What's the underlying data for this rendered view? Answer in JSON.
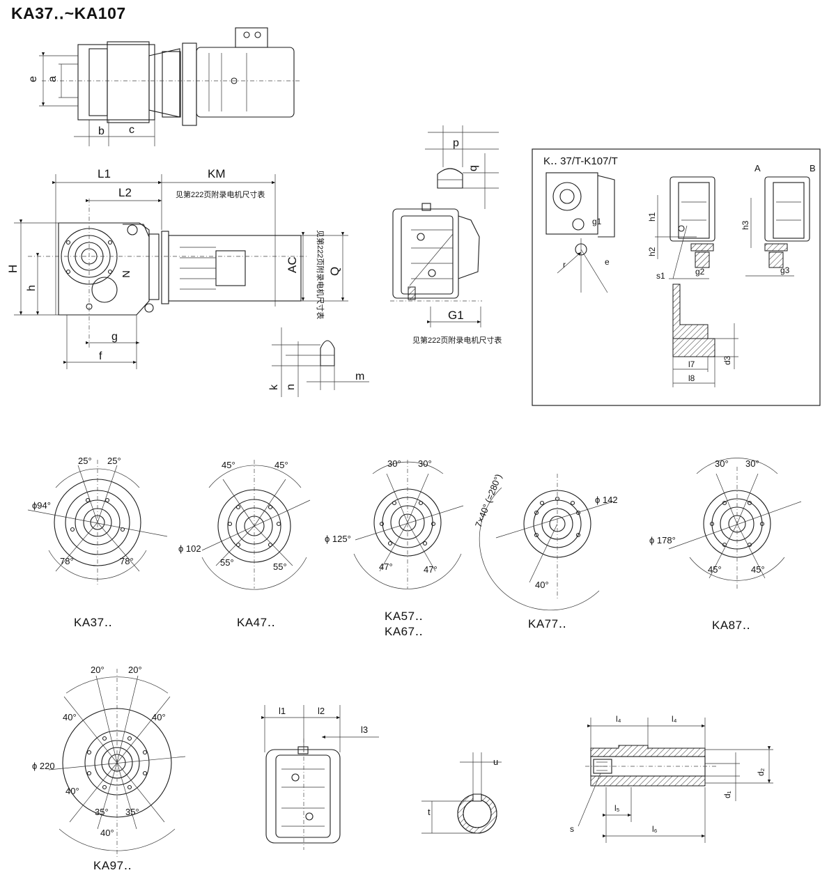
{
  "title": "KA37‥~KA107",
  "main_drawing": {
    "dims": [
      "e",
      "a",
      "b",
      "c",
      "L1",
      "L2",
      "KM",
      "H",
      "h",
      "g",
      "f",
      "N",
      "AC",
      "Q"
    ],
    "km_note": "见第222页附录电机尺寸表",
    "ac_note": "见第222页附录电机尺寸表"
  },
  "side_view": {
    "dims": [
      "p",
      "q",
      "G1"
    ],
    "note": "见第222页附录电机尺寸表"
  },
  "key_detail": {
    "dims": [
      "k",
      "n",
      "m"
    ]
  },
  "torque_arm_box": {
    "title": "K‥ 37/T-K107/T",
    "dims": [
      "g1",
      "r",
      "e",
      "h1",
      "h2",
      "s1",
      "g2",
      "A",
      "B",
      "h3",
      "g3",
      "l7",
      "l8",
      "d3"
    ]
  },
  "flange_views": [
    {
      "caption": "KA37‥",
      "angle_top": "25°",
      "angle_bottom": "78°",
      "diameter": "ϕ94°"
    },
    {
      "caption": "KA47‥",
      "angle_top": "45°",
      "angle_bottom": "55°",
      "diameter": "ϕ 102"
    },
    {
      "caption": "KA57‥",
      "caption2": "KA67‥",
      "angle_top": "30°",
      "angle_bottom": "47°",
      "diameter": "ϕ 125°"
    },
    {
      "caption": "KA77‥",
      "angle_pattern": "7×40° (=280°)",
      "angle_bottom": "40°",
      "diameter": "ϕ 142"
    },
    {
      "caption": "KA87‥",
      "angle_top": "30°",
      "angle_bottom": "45°",
      "diameter": "ϕ 178°"
    }
  ],
  "ka97": {
    "caption": "KA97‥",
    "angle_top": "20°",
    "angle_side": "40°",
    "angle_bottom": "35°",
    "angle_very_bottom": "40°",
    "diameter": "ϕ 220"
  },
  "shaft_views": {
    "dims_front": [
      "l1",
      "l2",
      "l3"
    ],
    "dims_section": [
      "u",
      "t"
    ],
    "dims_shaft": [
      "l₄",
      "l₄",
      "d₂",
      "d₁",
      "l₅",
      "l₆",
      "s"
    ]
  }
}
